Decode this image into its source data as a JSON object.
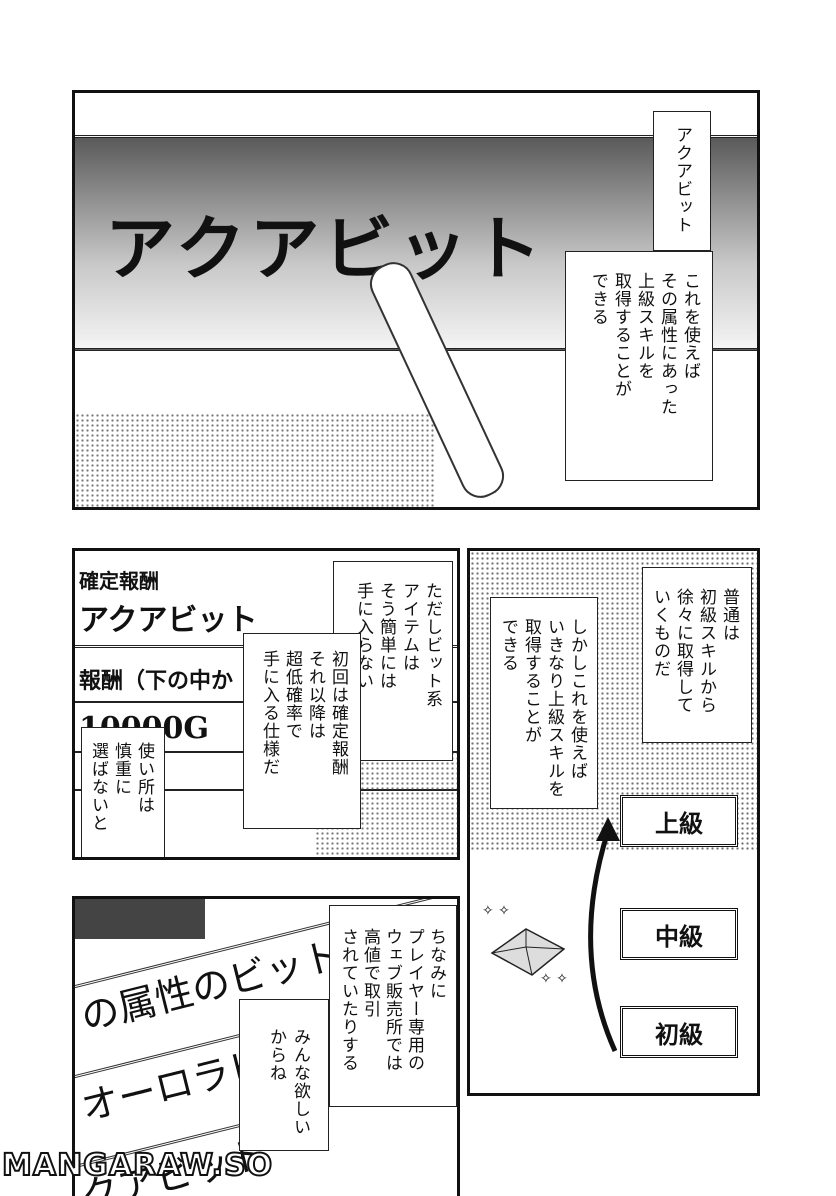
{
  "panel1": {
    "screen_title": "アクアビット",
    "caption_top": "アクアビット",
    "caption_main": [
      "これを使えば",
      "その属性にあった",
      "上級スキルを",
      "取得することが",
      "できる"
    ]
  },
  "panel2": {
    "label_reward": "確定報酬",
    "item_name": "アクアビット",
    "label_choice": "報酬（下の中か",
    "gold": "10000G",
    "caption_a": [
      "ただしビット系",
      "アイテムは",
      "そう簡単には",
      "手に入らない"
    ],
    "caption_b": [
      "初回は確定報酬",
      "それ以降は",
      "超低確率で",
      "手に入る仕様だ"
    ],
    "caption_c": [
      "使い所は",
      "慎重に",
      "選ばないと"
    ]
  },
  "panel3": {
    "caption_a": [
      "普通は",
      "初級スキルから",
      "徐々に取得して",
      "いくものだ"
    ],
    "caption_b": [
      "しかしこれを使えば",
      "いきなり上級スキルを",
      "取得することが",
      "できる"
    ],
    "tiers": [
      "上級",
      "中級",
      "初級"
    ]
  },
  "panel4": {
    "strips": [
      "の属性のビット交換希",
      "オーロラビット交換希",
      "クアビット"
    ],
    "caption_a": [
      "ちなみに",
      "プレイヤー専用の",
      "ウェブ販売所では",
      "高値で取引",
      "されていたりする"
    ],
    "caption_b": [
      "みんな欲しい",
      "からね"
    ]
  },
  "watermark": "MANGARAW.SO"
}
